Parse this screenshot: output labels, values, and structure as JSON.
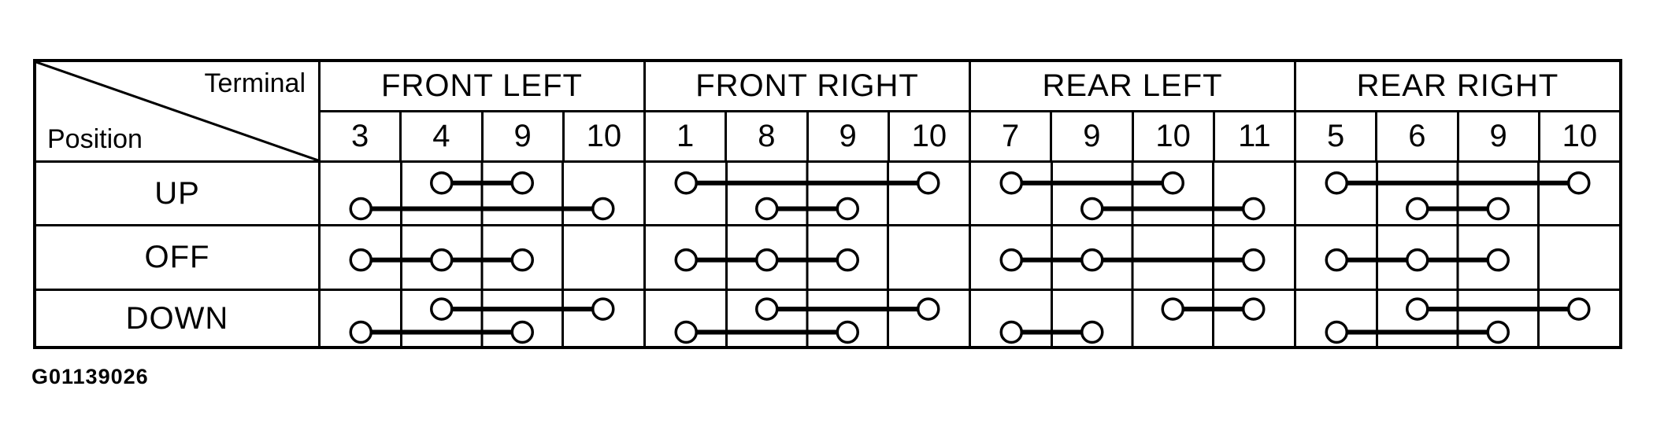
{
  "figure_id": "G01139026",
  "corner": {
    "top_right_label": "Terminal",
    "bottom_left_label": "Position"
  },
  "row_labels": [
    "UP",
    "OFF",
    "DOWN"
  ],
  "colors": {
    "ink": "#000000",
    "paper": "#ffffff"
  },
  "groups": [
    {
      "name": "FRONT LEFT",
      "terminals": [
        "3",
        "4",
        "9",
        "10"
      ],
      "connections": {
        "UP": [
          {
            "terminals": [
              "4",
              "9"
            ],
            "level": "upper"
          },
          {
            "terminals": [
              "3",
              "10"
            ],
            "level": "lower"
          }
        ],
        "OFF": [
          {
            "terminals": [
              "3",
              "4",
              "9"
            ],
            "level": "middle"
          }
        ],
        "DOWN": [
          {
            "terminals": [
              "4",
              "10"
            ],
            "level": "upper"
          },
          {
            "terminals": [
              "3",
              "9"
            ],
            "level": "lower"
          }
        ]
      }
    },
    {
      "name": "FRONT RIGHT",
      "terminals": [
        "1",
        "8",
        "9",
        "10"
      ],
      "connections": {
        "UP": [
          {
            "terminals": [
              "1",
              "10"
            ],
            "level": "upper"
          },
          {
            "terminals": [
              "8",
              "9"
            ],
            "level": "lower"
          }
        ],
        "OFF": [
          {
            "terminals": [
              "1",
              "8",
              "9"
            ],
            "level": "middle"
          }
        ],
        "DOWN": [
          {
            "terminals": [
              "8",
              "10"
            ],
            "level": "upper"
          },
          {
            "terminals": [
              "1",
              "9"
            ],
            "level": "lower"
          }
        ]
      }
    },
    {
      "name": "REAR LEFT",
      "terminals": [
        "7",
        "9",
        "10",
        "11"
      ],
      "connections": {
        "UP": [
          {
            "terminals": [
              "7",
              "10"
            ],
            "level": "upper"
          },
          {
            "terminals": [
              "9",
              "11"
            ],
            "level": "lower"
          }
        ],
        "OFF": [
          {
            "terminals": [
              "7",
              "9",
              "11"
            ],
            "level": "middle"
          }
        ],
        "DOWN": [
          {
            "terminals": [
              "10",
              "11"
            ],
            "level": "upper"
          },
          {
            "terminals": [
              "7",
              "9"
            ],
            "level": "lower"
          }
        ]
      }
    },
    {
      "name": "REAR RIGHT",
      "terminals": [
        "5",
        "6",
        "9",
        "10"
      ],
      "connections": {
        "UP": [
          {
            "terminals": [
              "5",
              "10"
            ],
            "level": "upper"
          },
          {
            "terminals": [
              "6",
              "9"
            ],
            "level": "lower"
          }
        ],
        "OFF": [
          {
            "terminals": [
              "5",
              "6",
              "9"
            ],
            "level": "middle"
          }
        ],
        "DOWN": [
          {
            "terminals": [
              "6",
              "10"
            ],
            "level": "upper"
          },
          {
            "terminals": [
              "5",
              "9"
            ],
            "level": "lower"
          }
        ]
      }
    }
  ]
}
